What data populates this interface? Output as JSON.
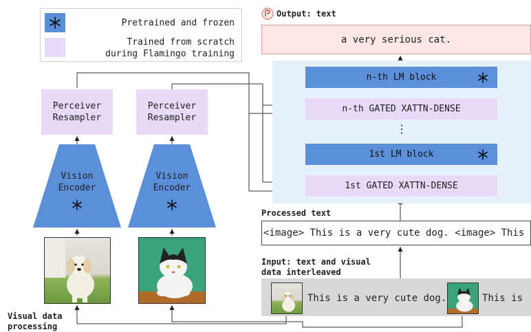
{
  "legend": {
    "frozen_label": "Pretrained and frozen",
    "trained_label_line1": "Trained from scratch",
    "trained_label_line2": "during Flamingo training"
  },
  "output": {
    "label": "Output: text",
    "text": "a very serious cat."
  },
  "lm_stack": {
    "top_lm_label": "n-th LM block",
    "top_xattn_label": "n-th GATED XATTN-DENSE",
    "ellipsis": "⋮",
    "bottom_lm_label": "1st LM block",
    "bottom_xattn_label": "1st GATED XATTN-DENSE"
  },
  "perceiver": {
    "left_line1": "Perceiver",
    "left_line2": "Resampler",
    "right_line1": "Perceiver",
    "right_line2": "Resampler"
  },
  "encoder": {
    "left_line1": "Vision",
    "left_line2": "Encoder",
    "right_line1": "Vision",
    "right_line2": "Encoder"
  },
  "processed": {
    "label": "Processed text",
    "text": "<image> This is a very cute dog. <image> This is"
  },
  "input": {
    "label_line1": "Input: text and visual",
    "label_line2": "data interleaved",
    "text1": "This is a very cute dog.",
    "text2": "This is"
  },
  "visual": {
    "label_line1": "Visual data",
    "label_line2": "processing"
  },
  "colors": {
    "frozen_blue": "#5b8fd9",
    "trained_lavender": "#e7d9f7",
    "output_pink": "#fde6e6",
    "panel_light_blue": "#e6f1fd",
    "input_gray": "#d8d8d8"
  },
  "icons": {
    "frozen": "snowflake-icon",
    "output": "flamingo-logo-icon"
  }
}
